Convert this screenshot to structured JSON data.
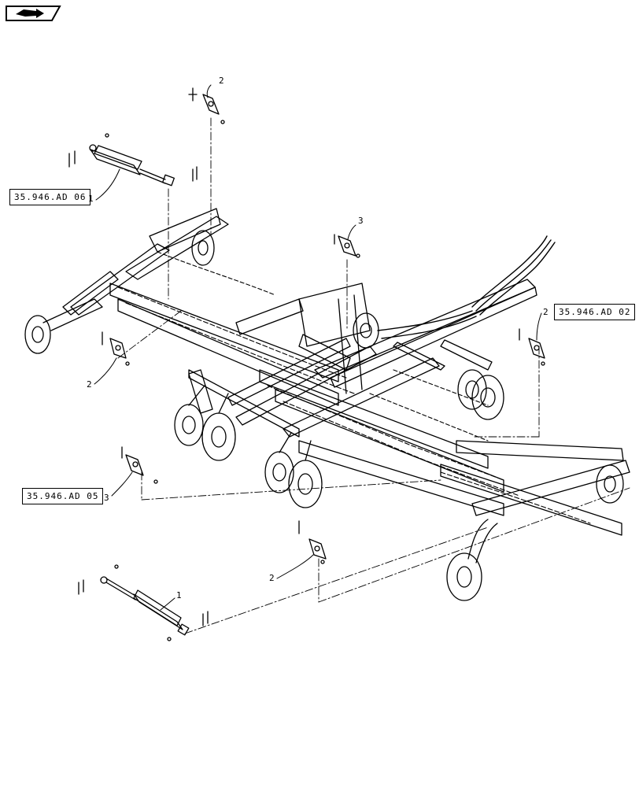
{
  "references": [
    {
      "id": "ref-06",
      "label": "35.946.AD 06",
      "callout": "1"
    },
    {
      "id": "ref-02",
      "label": "35.946.AD 02",
      "callout": "2"
    },
    {
      "id": "ref-05",
      "label": "35.946.AD 05",
      "callout": "3"
    }
  ],
  "callouts": {
    "top_bracket": "2",
    "center_bracket": "3",
    "left_bracket": "2",
    "lower_left_bracket": "3",
    "lower_center_bracket": "2",
    "bottom_cylinder": "1"
  },
  "icons": {
    "nav": "next-page-arrow-icon"
  }
}
